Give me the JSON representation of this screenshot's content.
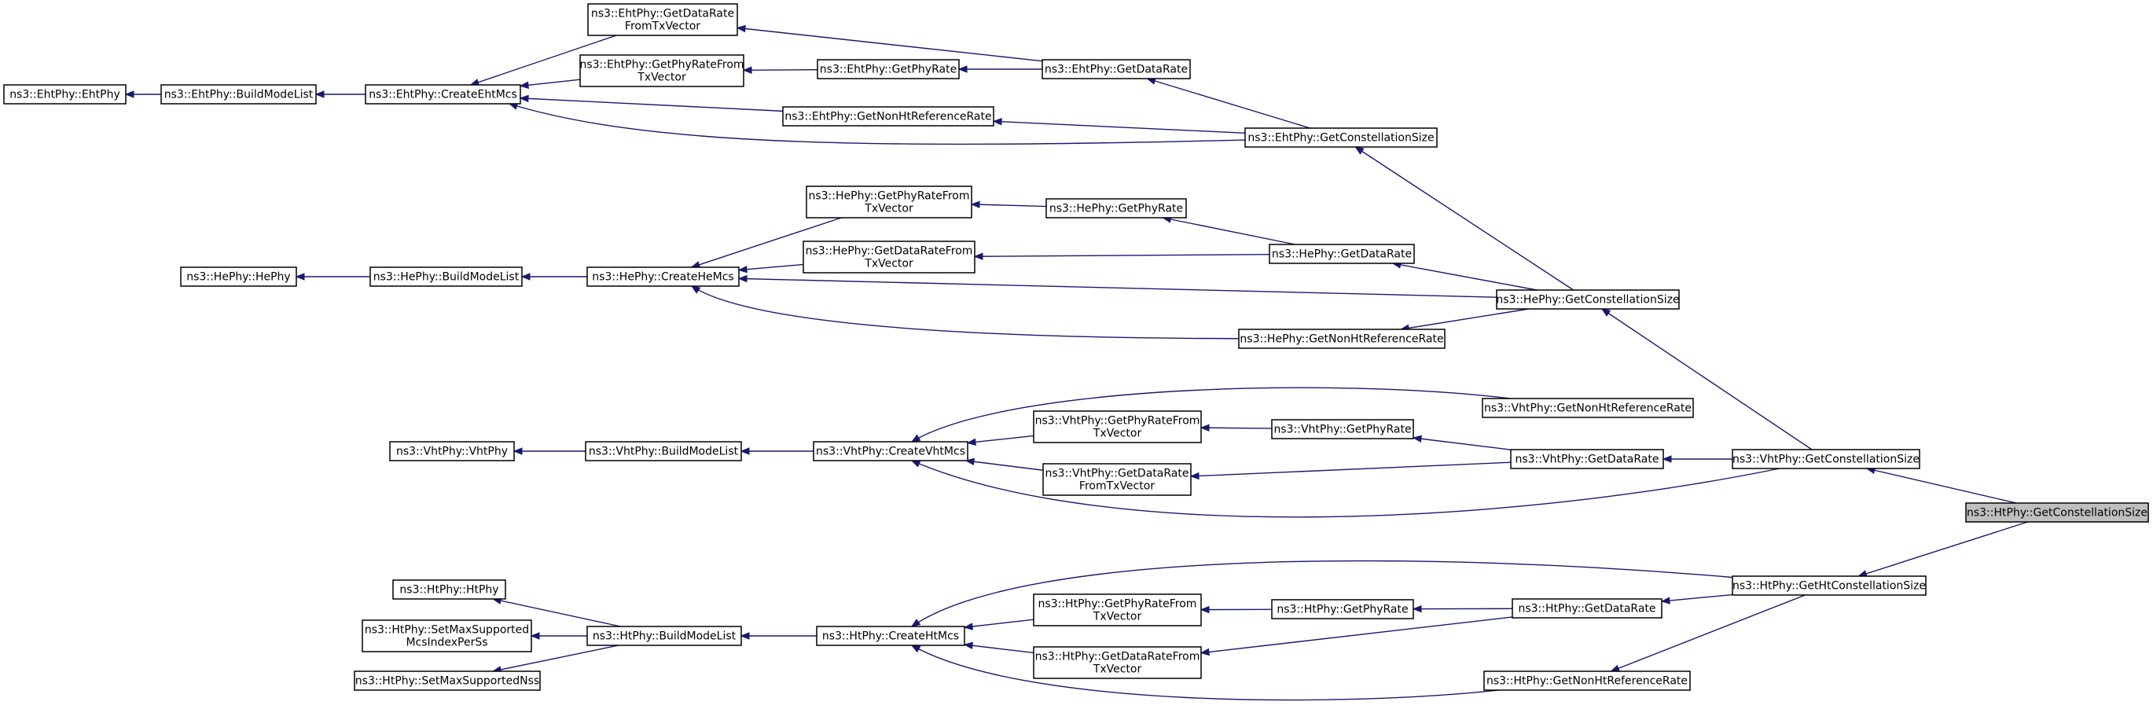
{
  "graph": {
    "title": "",
    "colors": {
      "edge": "#191970",
      "node_border": "#000000",
      "root_fill": "#bfbfbf",
      "node_fill": "#ffffff"
    },
    "nodes": [
      {
        "id": "ehtphy_ctor",
        "lines": [
          "ns3::EhtPhy::EhtPhy"
        ]
      },
      {
        "id": "ehtphy_buildmodelist",
        "lines": [
          "ns3::EhtPhy::BuildModeList"
        ]
      },
      {
        "id": "ehtphy_createehtmcs",
        "lines": [
          "ns3::EhtPhy::CreateEhtMcs"
        ]
      },
      {
        "id": "ehtphy_getdataratefromtxvector",
        "lines": [
          "ns3::EhtPhy::GetDataRate",
          "FromTxVector"
        ]
      },
      {
        "id": "ehtphy_getphyratefromtxvector",
        "lines": [
          "ns3::EhtPhy::GetPhyRateFrom",
          "TxVector"
        ]
      },
      {
        "id": "ehtphy_getphyrate",
        "lines": [
          "ns3::EhtPhy::GetPhyRate"
        ]
      },
      {
        "id": "ehtphy_getdatarate",
        "lines": [
          "ns3::EhtPhy::GetDataRate"
        ]
      },
      {
        "id": "ehtphy_getnonhtreferencerate",
        "lines": [
          "ns3::EhtPhy::GetNonHtReferenceRate"
        ]
      },
      {
        "id": "ehtphy_getconstellationsize",
        "lines": [
          "ns3::EhtPhy::GetConstellationSize"
        ]
      },
      {
        "id": "hephy_ctor",
        "lines": [
          "ns3::HePhy::HePhy"
        ]
      },
      {
        "id": "hephy_buildmodelist",
        "lines": [
          "ns3::HePhy::BuildModeList"
        ]
      },
      {
        "id": "hephy_createhemcs",
        "lines": [
          "ns3::HePhy::CreateHeMcs"
        ]
      },
      {
        "id": "hephy_getphyratefromtxvector",
        "lines": [
          "ns3::HePhy::GetPhyRateFrom",
          "TxVector"
        ]
      },
      {
        "id": "hephy_getdataratefromtxvector",
        "lines": [
          "ns3::HePhy::GetDataRateFrom",
          "TxVector"
        ]
      },
      {
        "id": "hephy_getphyrate",
        "lines": [
          "ns3::HePhy::GetPhyRate"
        ]
      },
      {
        "id": "hephy_getdatarate",
        "lines": [
          "ns3::HePhy::GetDataRate"
        ]
      },
      {
        "id": "hephy_getnonhtreferencerate",
        "lines": [
          "ns3::HePhy::GetNonHtReferenceRate"
        ]
      },
      {
        "id": "hephy_getconstellationsize",
        "lines": [
          "ns3::HePhy::GetConstellationSize"
        ]
      },
      {
        "id": "vhtphy_ctor",
        "lines": [
          "ns3::VhtPhy::VhtPhy"
        ]
      },
      {
        "id": "vhtphy_buildmodelist",
        "lines": [
          "ns3::VhtPhy::BuildModeList"
        ]
      },
      {
        "id": "vhtphy_createvhtmcs",
        "lines": [
          "ns3::VhtPhy::CreateVhtMcs"
        ]
      },
      {
        "id": "vhtphy_getphyratefromtxvector",
        "lines": [
          "ns3::VhtPhy::GetPhyRateFrom",
          "TxVector"
        ]
      },
      {
        "id": "vhtphy_getdataratefromtxvector",
        "lines": [
          "ns3::VhtPhy::GetDataRate",
          "FromTxVector"
        ]
      },
      {
        "id": "vhtphy_getphyrate",
        "lines": [
          "ns3::VhtPhy::GetPhyRate"
        ]
      },
      {
        "id": "vhtphy_getnonhtreferencerate",
        "lines": [
          "ns3::VhtPhy::GetNonHtReferenceRate"
        ]
      },
      {
        "id": "vhtphy_getdatarate",
        "lines": [
          "ns3::VhtPhy::GetDataRate"
        ]
      },
      {
        "id": "vhtphy_getconstellationsize",
        "lines": [
          "ns3::VhtPhy::GetConstellationSize"
        ]
      },
      {
        "id": "htphy_getconstellationsize",
        "lines": [
          "ns3::HtPhy::GetConstellationSize"
        ],
        "root": true
      },
      {
        "id": "htphy_ctor",
        "lines": [
          "ns3::HtPhy::HtPhy"
        ]
      },
      {
        "id": "htphy_setmaxsupportedmcsindexperss",
        "lines": [
          "ns3::HtPhy::SetMaxSupported",
          "McsIndexPerSs"
        ]
      },
      {
        "id": "htphy_setmaxsupportednss",
        "lines": [
          "ns3::HtPhy::SetMaxSupportedNss"
        ]
      },
      {
        "id": "htphy_buildmodelist",
        "lines": [
          "ns3::HtPhy::BuildModeList"
        ]
      },
      {
        "id": "htphy_createhtmcs",
        "lines": [
          "ns3::HtPhy::CreateHtMcs"
        ]
      },
      {
        "id": "htphy_getphyratefromtxvector",
        "lines": [
          "ns3::HtPhy::GetPhyRateFrom",
          "TxVector"
        ]
      },
      {
        "id": "htphy_getdataratefromtxvector",
        "lines": [
          "ns3::HtPhy::GetDataRateFrom",
          "TxVector"
        ]
      },
      {
        "id": "htphy_getphyrate",
        "lines": [
          "ns3::HtPhy::GetPhyRate"
        ]
      },
      {
        "id": "htphy_getdatarate",
        "lines": [
          "ns3::HtPhy::GetDataRate"
        ]
      },
      {
        "id": "htphy_gethtconstellationsize",
        "lines": [
          "ns3::HtPhy::GetHtConstellationSize"
        ]
      },
      {
        "id": "htphy_getnonhtreferencerate",
        "lines": [
          "ns3::HtPhy::GetNonHtReferenceRate"
        ]
      }
    ],
    "edges": [
      [
        "ehtphy_buildmodelist",
        "ehtphy_ctor"
      ],
      [
        "ehtphy_createehtmcs",
        "ehtphy_buildmodelist"
      ],
      [
        "ehtphy_getdataratefromtxvector",
        "ehtphy_createehtmcs"
      ],
      [
        "ehtphy_getphyratefromtxvector",
        "ehtphy_createehtmcs"
      ],
      [
        "ehtphy_getnonhtreferencerate",
        "ehtphy_createehtmcs"
      ],
      [
        "ehtphy_getconstellationsize",
        "ehtphy_createehtmcs"
      ],
      [
        "ehtphy_getphyrate",
        "ehtphy_getphyratefromtxvector"
      ],
      [
        "ehtphy_getdatarate",
        "ehtphy_getdataratefromtxvector"
      ],
      [
        "ehtphy_getdatarate",
        "ehtphy_getphyrate"
      ],
      [
        "ehtphy_getconstellationsize",
        "ehtphy_getdatarate"
      ],
      [
        "ehtphy_getconstellationsize",
        "ehtphy_getnonhtreferencerate"
      ],
      [
        "hephy_getconstellationsize",
        "ehtphy_getconstellationsize"
      ],
      [
        "hephy_buildmodelist",
        "hephy_ctor"
      ],
      [
        "hephy_createhemcs",
        "hephy_buildmodelist"
      ],
      [
        "hephy_getphyratefromtxvector",
        "hephy_createhemcs"
      ],
      [
        "hephy_getdataratefromtxvector",
        "hephy_createhemcs"
      ],
      [
        "hephy_getconstellationsize",
        "hephy_createhemcs"
      ],
      [
        "hephy_getnonhtreferencerate",
        "hephy_createhemcs"
      ],
      [
        "hephy_getphyrate",
        "hephy_getphyratefromtxvector"
      ],
      [
        "hephy_getdatarate",
        "hephy_getphyrate"
      ],
      [
        "hephy_getdatarate",
        "hephy_getdataratefromtxvector"
      ],
      [
        "hephy_getconstellationsize",
        "hephy_getdatarate"
      ],
      [
        "hephy_getconstellationsize",
        "hephy_getnonhtreferencerate"
      ],
      [
        "vhtphy_getconstellationsize",
        "hephy_getconstellationsize"
      ],
      [
        "vhtphy_buildmodelist",
        "vhtphy_ctor"
      ],
      [
        "vhtphy_createvhtmcs",
        "vhtphy_buildmodelist"
      ],
      [
        "vhtphy_getphyratefromtxvector",
        "vhtphy_createvhtmcs"
      ],
      [
        "vhtphy_getdataratefromtxvector",
        "vhtphy_createvhtmcs"
      ],
      [
        "vhtphy_getnonhtreferencerate",
        "vhtphy_createvhtmcs"
      ],
      [
        "vhtphy_getconstellationsize",
        "vhtphy_createvhtmcs"
      ],
      [
        "vhtphy_getphyrate",
        "vhtphy_getphyratefromtxvector"
      ],
      [
        "vhtphy_getdatarate",
        "vhtphy_getphyrate"
      ],
      [
        "vhtphy_getdatarate",
        "vhtphy_getdataratefromtxvector"
      ],
      [
        "vhtphy_getconstellationsize",
        "vhtphy_getdatarate"
      ],
      [
        "htphy_getconstellationsize",
        "vhtphy_getconstellationsize"
      ],
      [
        "htphy_getconstellationsize",
        "htphy_gethtconstellationsize"
      ],
      [
        "htphy_buildmodelist",
        "htphy_ctor"
      ],
      [
        "htphy_buildmodelist",
        "htphy_setmaxsupportedmcsindexperss"
      ],
      [
        "htphy_buildmodelist",
        "htphy_setmaxsupportednss"
      ],
      [
        "htphy_createhtmcs",
        "htphy_buildmodelist"
      ],
      [
        "htphy_getphyratefromtxvector",
        "htphy_createhtmcs"
      ],
      [
        "htphy_getdataratefromtxvector",
        "htphy_createhtmcs"
      ],
      [
        "htphy_getnonhtreferencerate",
        "htphy_createhtmcs"
      ],
      [
        "htphy_gethtconstellationsize",
        "htphy_createhtmcs"
      ],
      [
        "htphy_getphyrate",
        "htphy_getphyratefromtxvector"
      ],
      [
        "htphy_getdatarate",
        "htphy_getphyrate"
      ],
      [
        "htphy_getdatarate",
        "htphy_getdataratefromtxvector"
      ],
      [
        "htphy_gethtconstellationsize",
        "htphy_getdatarate"
      ],
      [
        "htphy_gethtconstellationsize",
        "htphy_getnonhtreferencerate"
      ]
    ]
  }
}
